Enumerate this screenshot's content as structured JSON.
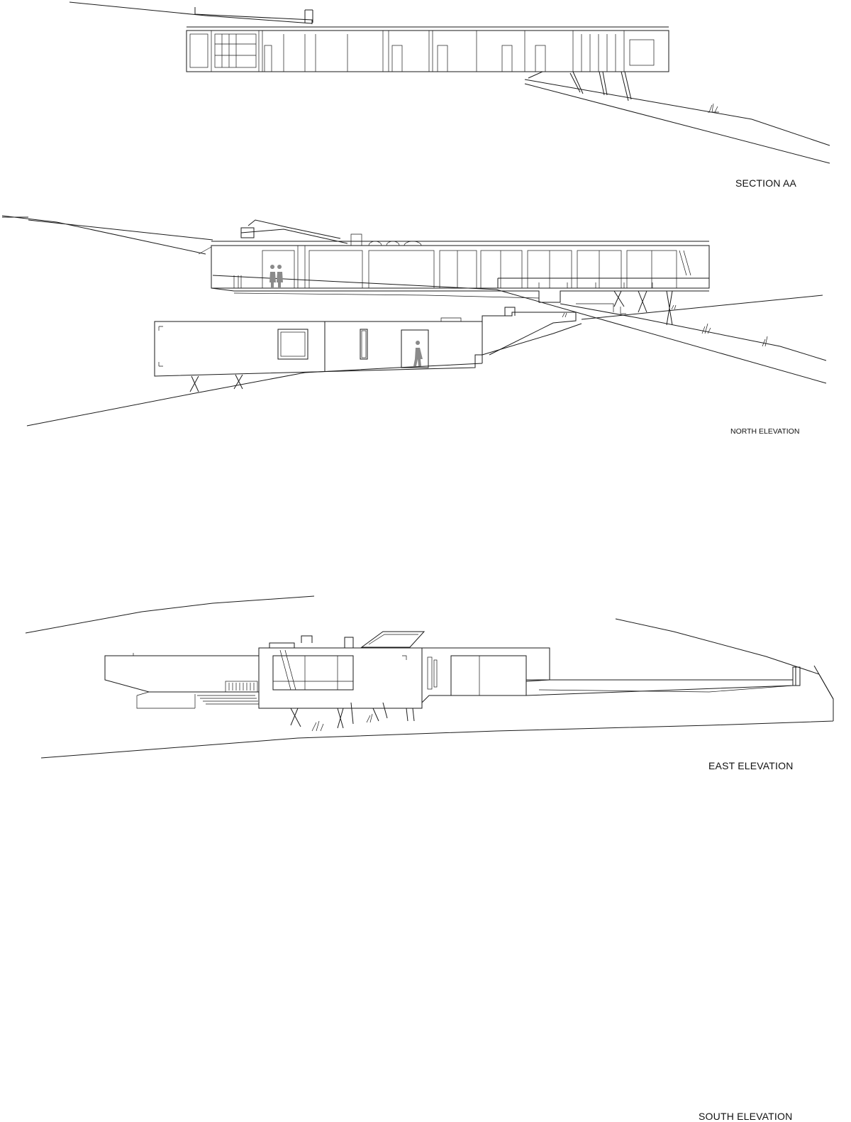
{
  "labels": {
    "section_aa": "SECTION AA",
    "north_elevation": "NORTH ELEVATION",
    "east_elevation": "EAST ELEVATION",
    "south_elevation": "SOUTH ELEVATION"
  },
  "colors": {
    "line": "#1a1a1a",
    "figure_fill": "#8a8a8a",
    "background": "#ffffff"
  }
}
